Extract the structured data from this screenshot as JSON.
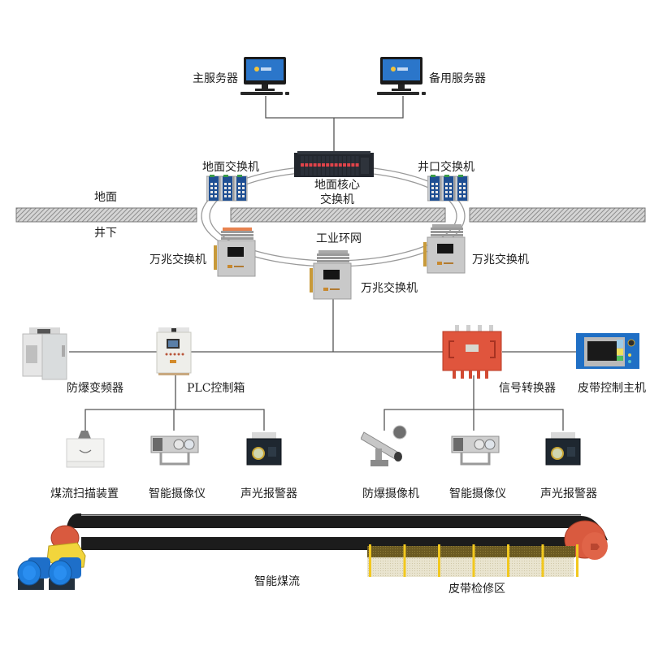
{
  "zones": {
    "surface": "地面",
    "underground": "井下"
  },
  "servers": {
    "main": "主服务器",
    "backup": "备用服务器"
  },
  "core": {
    "label_line1": "地面核心",
    "label_line2": "交换机"
  },
  "switches": {
    "surface": "地面交换机",
    "shaft": "井口交换机",
    "ring_label": "工业环网",
    "gigabit_left": "万兆交换机",
    "gigabit_right": "万兆交换机",
    "gigabit_center": "万兆交换机"
  },
  "devices": {
    "inverter": "防爆变频器",
    "plc": "PLC控制箱",
    "signal_converter": "信号转换器",
    "belt_host": "皮带控制主机"
  },
  "left_group": {
    "items": [
      "煤流扫描装置",
      "智能摄像仪",
      "声光报警器"
    ]
  },
  "right_group": {
    "items": [
      "防爆摄像机",
      "智能摄像仪",
      "声光报警器"
    ]
  },
  "conveyor": {
    "flow_label": "智能煤流",
    "maintenance_label": "皮带检修区"
  },
  "colors": {
    "line": "#555555",
    "ring": "#9a9a9a",
    "hatch": "#8a8a8a",
    "belt": "#1c1c1c",
    "roller": "#d95a3f",
    "motor": "#1e6fc9",
    "gearbox": "#f2d53c",
    "guard": "#f2c81e",
    "converter": "#e0553d",
    "cabinet": "#c9c9c9",
    "screen": "#1a5fb4"
  }
}
